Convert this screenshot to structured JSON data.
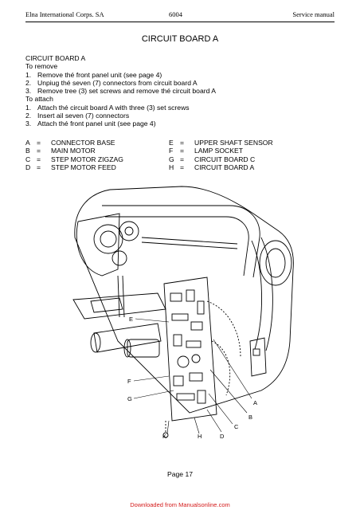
{
  "header": {
    "company": "Elna International Corps. SA",
    "model": "6004",
    "manual_type": "Service manual"
  },
  "title": "CIRCUIT BOARD A",
  "instructions": {
    "heading": "CIRCUIT BOARD A",
    "remove_heading": "To remove",
    "remove_steps": [
      {
        "num": "1.",
        "text": "Remove thé front panel unit (see page 4)"
      },
      {
        "num": "2.",
        "text": "Unpiug thé seven (7) connectors from circuit board A"
      },
      {
        "num": "3.",
        "text": "Remove tree (3) set screws and remove thé circuit board A"
      }
    ],
    "attach_heading": "To attach",
    "attach_steps": [
      {
        "num": "1.",
        "text": "Attach thé circuit board A with three (3) set screws"
      },
      {
        "num": "2.",
        "text": "Insert ail seven (7) connectors"
      },
      {
        "num": "3.",
        "text": "Attach thé front panel unit (see page 4)"
      }
    ]
  },
  "legend": {
    "left": [
      {
        "key": "A",
        "eq": "=",
        "label": "CONNECTOR BASE"
      },
      {
        "key": "B",
        "eq": "=",
        "label": "MAIN MOTOR"
      },
      {
        "key": "C",
        "eq": "=",
        "label": "STEP MOTOR ZIGZAG"
      },
      {
        "key": "D",
        "eq": "=",
        "label": "STEP MOTOR FEED"
      }
    ],
    "right": [
      {
        "key": "E",
        "eq": "=",
        "label": "UPPER SHAFT SENSOR"
      },
      {
        "key": "F",
        "eq": "=",
        "label": "LAMP SOCKET"
      },
      {
        "key": "G",
        "eq": "=",
        "label": "CIRCUIT BOARD C"
      },
      {
        "key": "H",
        "eq": "=",
        "label": "CIRCUIT BOARD A"
      }
    ]
  },
  "diagram": {
    "callouts": [
      "E",
      "F",
      "G",
      "A",
      "B",
      "C",
      "D",
      "H",
      "K"
    ]
  },
  "footer": {
    "page": "Page 17",
    "link": "Downloaded from Manualsonline.com"
  }
}
